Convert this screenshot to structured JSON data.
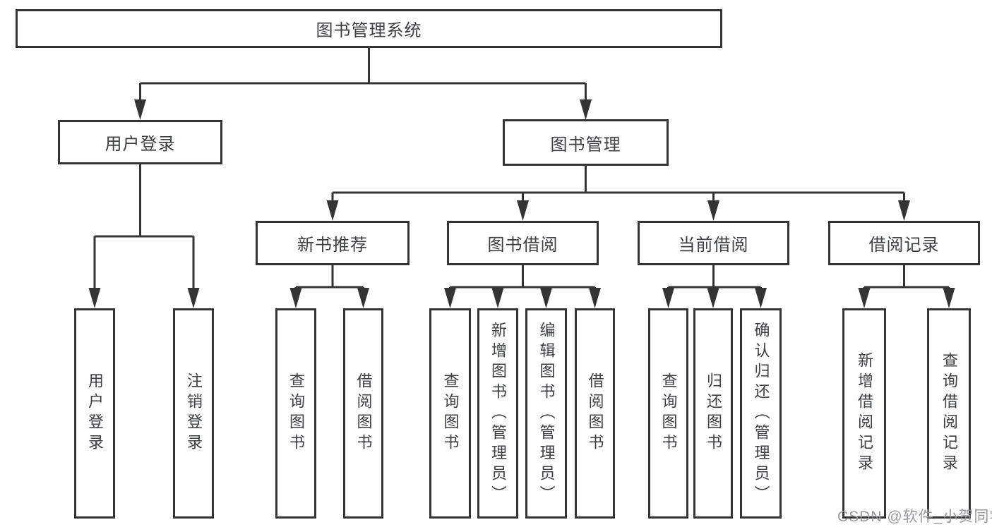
{
  "tree": {
    "root": {
      "label": "图书管理系统"
    },
    "branches": [
      {
        "label": "用户登录",
        "children": [
          "用户登录",
          "注销登录"
        ]
      },
      {
        "label": "图书管理",
        "groups": [
          {
            "label": "新书推荐",
            "children": [
              "查询图书",
              "借阅图书"
            ]
          },
          {
            "label": "图书借阅",
            "children": [
              "查询图书",
              "新增图书（管理员）",
              "编辑图书（管理员）",
              "借阅图书"
            ]
          },
          {
            "label": "当前借阅",
            "children": [
              "查询图书",
              "归还图书",
              "确认归还（管理员）"
            ]
          },
          {
            "label": "借阅记录",
            "children": [
              "新增借阅记录",
              "查询借阅记录"
            ]
          }
        ]
      }
    ]
  },
  "watermark": {
    "text": "CSDN @软件_小贺同学"
  },
  "colors": {
    "line": "#343434",
    "box_border": "#343434",
    "text": "#3c4043",
    "watermark": "#97999c",
    "background": "#ffffff"
  }
}
